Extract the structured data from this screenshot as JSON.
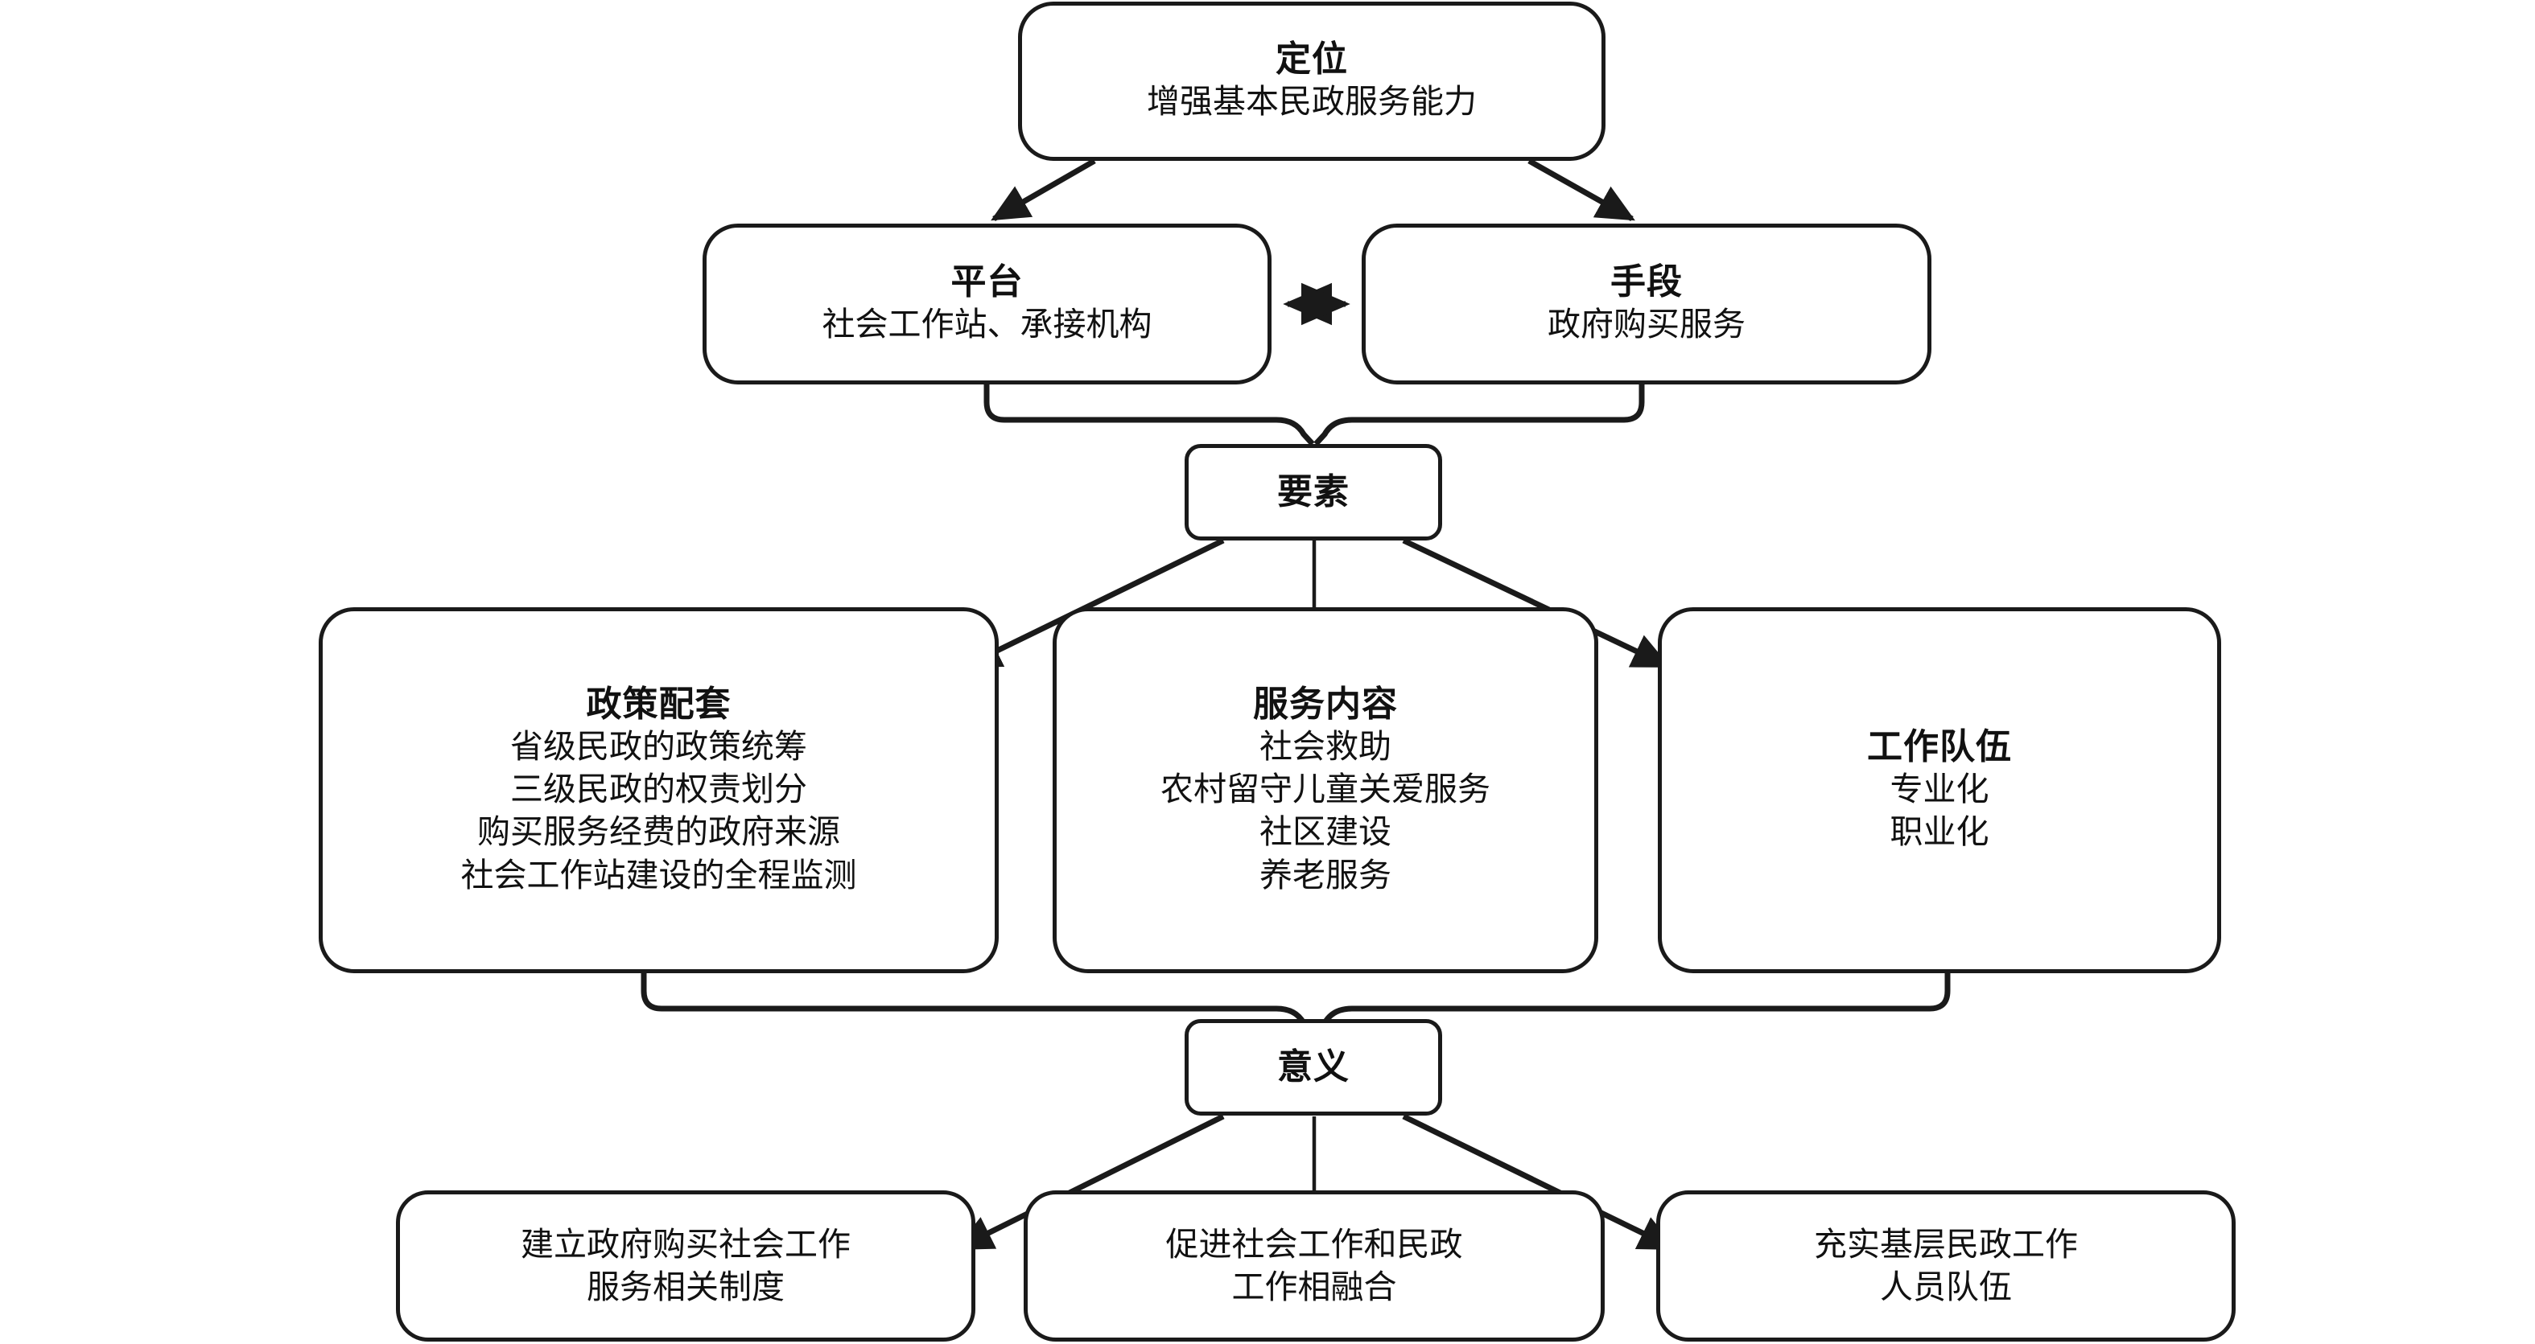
{
  "diagram": {
    "type": "flowchart",
    "colors": {
      "stroke": "#1a1a1a",
      "fill": "#ffffff",
      "text": "#111111"
    },
    "nodes": {
      "positioning": {
        "id": "positioning",
        "title": "定位",
        "lines": [
          "增强基本民政服务能力"
        ],
        "shape": "rounded-rect"
      },
      "platform": {
        "id": "platform",
        "title": "平台",
        "lines": [
          "社会工作站、承接机构"
        ],
        "shape": "rounded-rect"
      },
      "means": {
        "id": "means",
        "title": "手段",
        "lines": [
          "政府购买服务"
        ],
        "shape": "rounded-rect"
      },
      "elements": {
        "id": "elements",
        "title": "要素",
        "lines": [],
        "shape": "pill"
      },
      "policy": {
        "id": "policy",
        "title": "政策配套",
        "lines": [
          "省级民政的政策统筹",
          "三级民政的权责划分",
          "购买服务经费的政府来源",
          "社会工作站建设的全程监测"
        ],
        "shape": "rounded-rect"
      },
      "service": {
        "id": "service",
        "title": "服务内容",
        "lines": [
          "社会救助",
          "农村留守儿童关爱服务",
          "社区建设",
          "养老服务"
        ],
        "shape": "rounded-rect"
      },
      "team": {
        "id": "team",
        "title": "工作队伍",
        "lines": [
          "专业化",
          "职业化"
        ],
        "shape": "rounded-rect"
      },
      "significance": {
        "id": "significance",
        "title": "意义",
        "lines": [],
        "shape": "pill"
      },
      "outcome1": {
        "id": "outcome1",
        "title": "",
        "lines": [
          "建立政府购买社会工作",
          "服务相关制度"
        ],
        "shape": "rounded-rect"
      },
      "outcome2": {
        "id": "outcome2",
        "title": "",
        "lines": [
          "促进社会工作和民政",
          "工作相融合"
        ],
        "shape": "rounded-rect"
      },
      "outcome3": {
        "id": "outcome3",
        "title": "",
        "lines": [
          "充实基层民政工作",
          "人员队伍"
        ],
        "shape": "rounded-rect"
      }
    },
    "edges": [
      {
        "from": "positioning",
        "to": "platform",
        "style": "arrow",
        "direction": "one-way"
      },
      {
        "from": "positioning",
        "to": "means",
        "style": "arrow",
        "direction": "one-way"
      },
      {
        "from": "platform",
        "to": "means",
        "style": "arrow",
        "direction": "two-way"
      },
      {
        "from": "platform",
        "to": "elements",
        "style": "brace",
        "direction": "merge"
      },
      {
        "from": "means",
        "to": "elements",
        "style": "brace",
        "direction": "merge"
      },
      {
        "from": "elements",
        "to": "policy",
        "style": "arrow",
        "direction": "one-way"
      },
      {
        "from": "elements",
        "to": "service",
        "style": "arrow",
        "direction": "one-way"
      },
      {
        "from": "elements",
        "to": "team",
        "style": "arrow",
        "direction": "one-way"
      },
      {
        "from": "policy",
        "to": "significance",
        "style": "brace",
        "direction": "merge"
      },
      {
        "from": "service",
        "to": "significance",
        "style": "brace",
        "direction": "merge"
      },
      {
        "from": "team",
        "to": "significance",
        "style": "brace",
        "direction": "merge"
      },
      {
        "from": "significance",
        "to": "outcome1",
        "style": "arrow",
        "direction": "one-way"
      },
      {
        "from": "significance",
        "to": "outcome2",
        "style": "arrow",
        "direction": "one-way"
      },
      {
        "from": "significance",
        "to": "outcome3",
        "style": "arrow",
        "direction": "one-way"
      }
    ]
  }
}
